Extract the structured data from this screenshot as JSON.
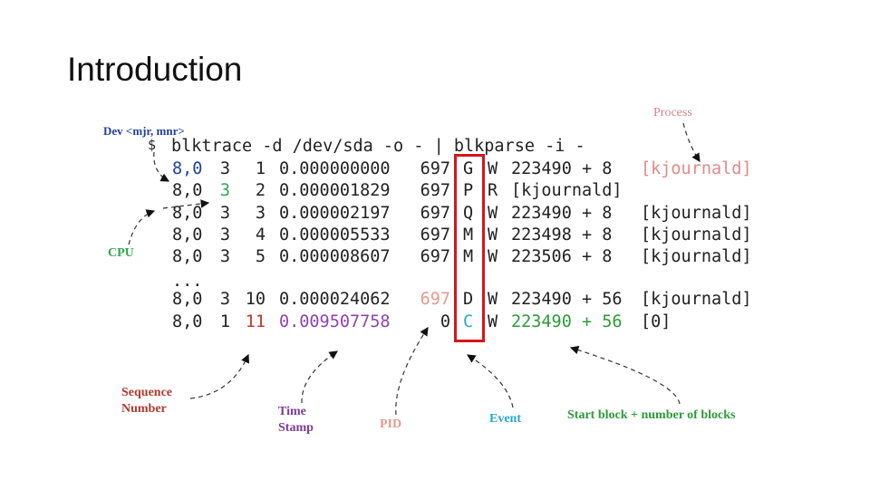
{
  "slide": {
    "title": "Introduction"
  },
  "command": {
    "prompt": "$",
    "text": "blktrace -d /dev/sda -o - | blkparse -i -"
  },
  "rows": [
    {
      "dev": "8,0",
      "cpu": "3",
      "seq": "1",
      "time": "0.000000000",
      "pid": "697",
      "event": "G",
      "rwbs": "W",
      "block": "223490 + 8",
      "process": "[kjournald]"
    },
    {
      "dev": "8,0",
      "cpu": "3",
      "seq": "2",
      "time": "0.000001829",
      "pid": "697",
      "event": "P",
      "rwbs": "R",
      "block": "",
      "process": "[kjournald]"
    },
    {
      "dev": "8,0",
      "cpu": "3",
      "seq": "3",
      "time": "0.000002197",
      "pid": "697",
      "event": "Q",
      "rwbs": "W",
      "block": "223490 + 8",
      "process": "[kjournald]"
    },
    {
      "dev": "8,0",
      "cpu": "3",
      "seq": "4",
      "time": "0.000005533",
      "pid": "697",
      "event": "M",
      "rwbs": "W",
      "block": "223498 + 8",
      "process": "[kjournald]"
    },
    {
      "dev": "8,0",
      "cpu": "3",
      "seq": "5",
      "time": "0.000008607",
      "pid": "697",
      "event": "M",
      "rwbs": "W",
      "block": "223506 + 8",
      "process": "[kjournald]"
    },
    {
      "dev": "...",
      "cpu": "",
      "seq": "",
      "time": "",
      "pid": "",
      "event": "",
      "rwbs": "",
      "block": "",
      "process": ""
    },
    {
      "dev": "8,0",
      "cpu": "3",
      "seq": "10",
      "time": "0.000024062",
      "pid": "697",
      "event": "D",
      "rwbs": "W",
      "block": "223490 + 56",
      "process": "[kjournald]"
    },
    {
      "dev": "8,0",
      "cpu": "1",
      "seq": "11",
      "time": "0.009507758",
      "pid": "0",
      "event": "C",
      "rwbs": "W",
      "block": "223490 + 56",
      "process": "[0]"
    }
  ],
  "annotations": {
    "dev": "Dev <mjr, mnr>",
    "process": "Process",
    "cpu": "CPU",
    "sequence": "Sequence\nNumber",
    "time": "Time\nStamp",
    "pid": "PID",
    "event": "Event",
    "start_block": "Start block + number of blocks"
  },
  "colors": {
    "text": "#222222",
    "dev_blue": "#1f3fa0",
    "cpu_green": "#2fa84f",
    "seq_red": "#c0392b",
    "time_purple": "#8e44ad",
    "pid_salmon": "#e59a8c",
    "event_cyan": "#2aa8c9",
    "block_green": "#2e9a3a",
    "process_pink": "#e08a8a",
    "box_red": "#d8141b"
  }
}
